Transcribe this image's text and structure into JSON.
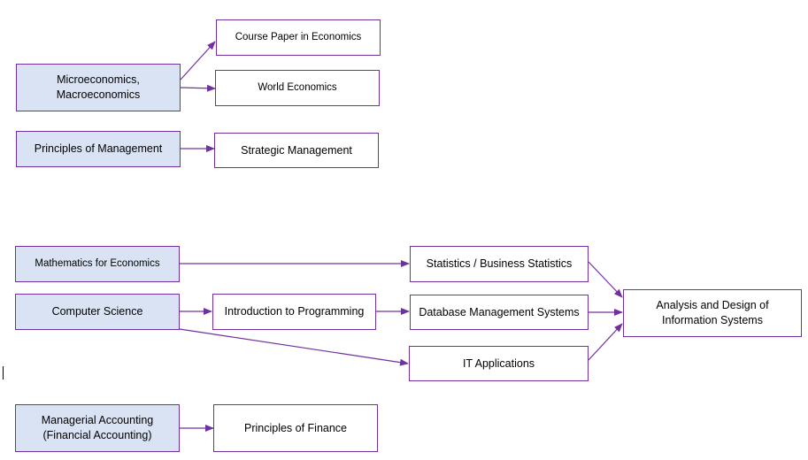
{
  "colors": {
    "prereq_fill": "#dae3f3",
    "course_fill": "#ffffff",
    "border": "#7030a0",
    "arrow": "#7030a0"
  },
  "nodes": {
    "micro_macro": {
      "lines": [
        "Microeconomics,",
        "Macroeconomics"
      ]
    },
    "course_paper": {
      "lines": [
        "Course Paper in Economics"
      ]
    },
    "world_economics": {
      "lines": [
        "World Economics"
      ]
    },
    "principles_mgmt": {
      "lines": [
        "Principles of Management"
      ]
    },
    "strategic_mgmt": {
      "lines": [
        "Strategic Management"
      ]
    },
    "math_econ": {
      "lines": [
        "Mathematics for Economics"
      ]
    },
    "stats": {
      "lines": [
        "Statistics / Business Statistics"
      ]
    },
    "computer_science": {
      "lines": [
        "Computer Science"
      ]
    },
    "intro_programming": {
      "lines": [
        "Introduction to Programming"
      ]
    },
    "dbms": {
      "lines": [
        "Database Management Systems"
      ]
    },
    "it_apps": {
      "lines": [
        "IT Applications"
      ]
    },
    "analysis_design": {
      "lines": [
        "Analysis and Design of",
        "Information Systems"
      ]
    },
    "managerial_accounting": {
      "lines": [
        "Managerial Accounting",
        "(Financial Accounting)"
      ]
    },
    "principles_finance": {
      "lines": [
        "Principles of Finance"
      ]
    }
  },
  "edges": [
    {
      "from": "micro_macro",
      "to": "course_paper"
    },
    {
      "from": "micro_macro",
      "to": "world_economics"
    },
    {
      "from": "principles_mgmt",
      "to": "strategic_mgmt"
    },
    {
      "from": "math_econ",
      "to": "stats"
    },
    {
      "from": "computer_science",
      "to": "intro_programming"
    },
    {
      "from": "intro_programming",
      "to": "dbms"
    },
    {
      "from": "computer_science",
      "to": "it_apps"
    },
    {
      "from": "stats",
      "to": "analysis_design"
    },
    {
      "from": "dbms",
      "to": "analysis_design"
    },
    {
      "from": "it_apps",
      "to": "analysis_design"
    },
    {
      "from": "managerial_accounting",
      "to": "principles_finance"
    }
  ]
}
